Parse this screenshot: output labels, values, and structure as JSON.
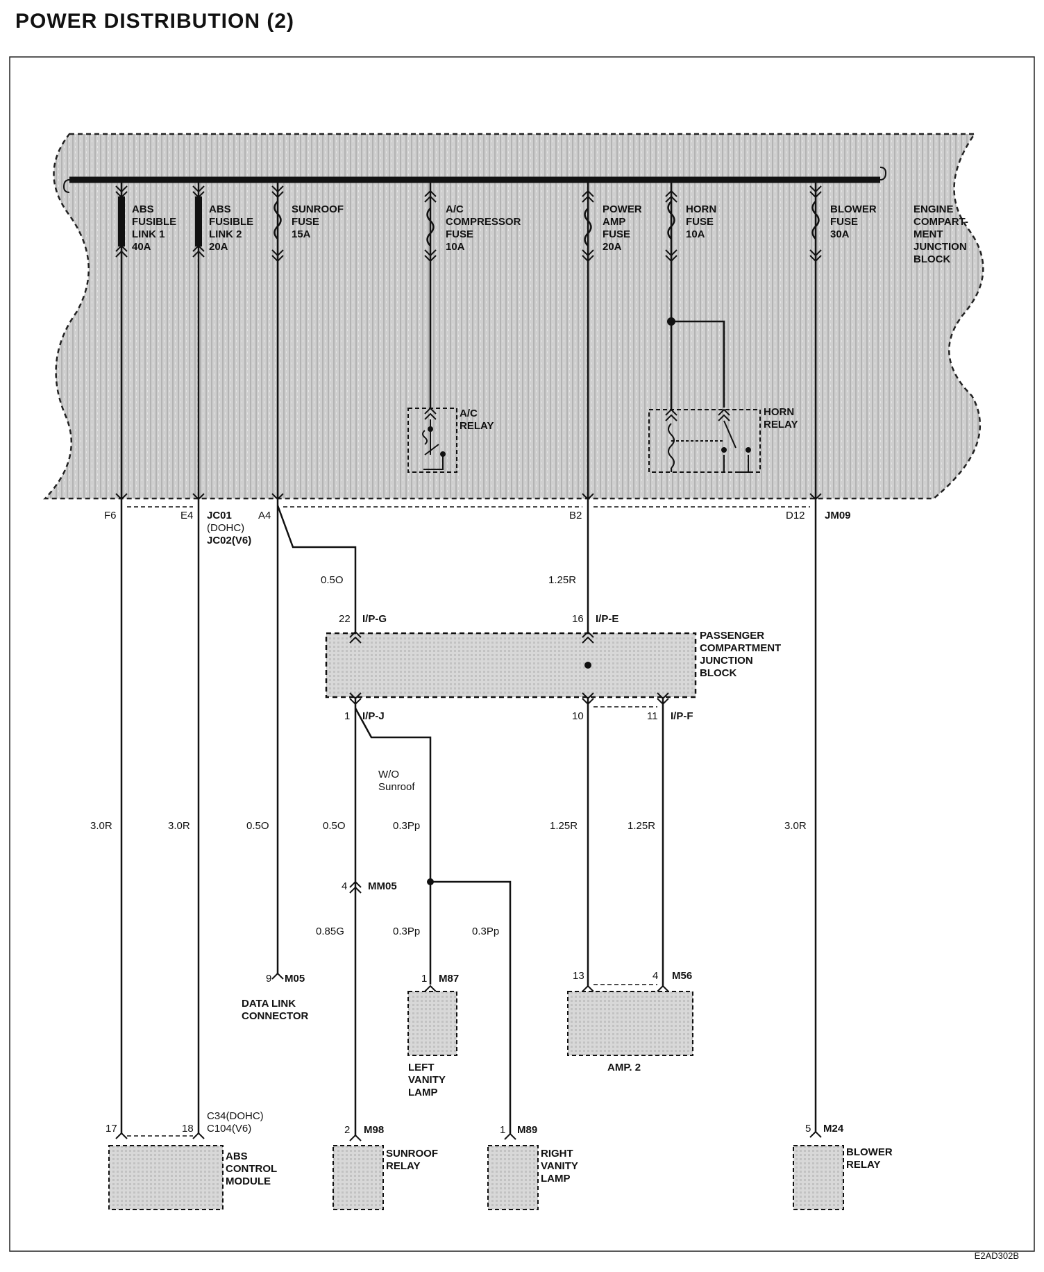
{
  "title": "POWER DISTRIBUTION (2)",
  "diagram_code": "E2AD302B",
  "engine_block": {
    "label": [
      "ENGINE",
      "COMPART-",
      "MENT",
      "JUNCTION",
      "BLOCK"
    ],
    "devices": [
      {
        "id": "abs1",
        "lines": [
          "ABS",
          "FUSIBLE",
          "LINK 1",
          "40A"
        ]
      },
      {
        "id": "abs2",
        "lines": [
          "ABS",
          "FUSIBLE",
          "LINK 2",
          "20A"
        ]
      },
      {
        "id": "sunroof",
        "lines": [
          "SUNROOF",
          "FUSE",
          "15A"
        ]
      },
      {
        "id": "ac",
        "lines": [
          "A/C",
          "COMPRESSOR",
          "FUSE",
          "10A"
        ]
      },
      {
        "id": "amp",
        "lines": [
          "POWER",
          "AMP",
          "FUSE",
          "20A"
        ]
      },
      {
        "id": "horn",
        "lines": [
          "HORN",
          "FUSE",
          "10A"
        ]
      },
      {
        "id": "blower",
        "lines": [
          "BLOWER",
          "FUSE",
          "30A"
        ]
      }
    ],
    "ac_relay": [
      "A/C",
      "RELAY"
    ],
    "horn_relay": [
      "HORN",
      "RELAY"
    ],
    "pins": {
      "f6": "F6",
      "e4": "E4",
      "a4": "A4",
      "b2": "B2",
      "d12": "D12"
    },
    "connectors": {
      "jc": [
        "JC01",
        "(DOHC)",
        "JC02(V6)"
      ],
      "jm09": "JM09"
    }
  },
  "passenger_block": {
    "label": [
      "PASSENGER",
      "COMPARTMENT",
      "JUNCTION",
      "BLOCK"
    ],
    "ipg": {
      "pin": "22",
      "conn": "I/P-G"
    },
    "ipe": {
      "pin": "16",
      "conn": "I/P-E"
    },
    "ipj": {
      "pin": "1",
      "conn": "I/P-J"
    },
    "ipf": {
      "pin10": "10",
      "pin11": "11",
      "conn": "I/P-F"
    }
  },
  "wires": {
    "w1": "0.5O",
    "w2": "1.25R",
    "w3": "3.0R",
    "w4": "3.0R",
    "w5": "0.5O",
    "w6": "0.5O",
    "w7": "0.3Pp",
    "w8": "1.25R",
    "w9": "1.25R",
    "w10": "3.0R",
    "w11": "0.85G",
    "w12": "0.3Pp",
    "w13": "0.3Pp"
  },
  "note_wo": [
    "W/O",
    "Sunroof"
  ],
  "mm05": {
    "pin": "4",
    "conn": "MM05"
  },
  "components": {
    "dlc": {
      "pin": "9",
      "conn": "M05",
      "label": [
        "DATA LINK",
        "CONNECTOR"
      ]
    },
    "left_vanity": {
      "pin": "1",
      "conn": "M87",
      "label": [
        "LEFT",
        "VANITY",
        "LAMP"
      ]
    },
    "amp2": {
      "pin13": "13",
      "pin4": "4",
      "conn": "M56",
      "label": "AMP. 2"
    },
    "abs_module": {
      "pin17": "17",
      "pin18": "18",
      "conn": [
        "C34(DOHC)",
        "C104(V6)"
      ],
      "label": [
        "ABS",
        "CONTROL",
        "MODULE"
      ]
    },
    "sunroof_relay": {
      "pin": "2",
      "conn": "M98",
      "label": [
        "SUNROOF",
        "RELAY"
      ]
    },
    "right_vanity": {
      "pin": "1",
      "conn": "M89",
      "label": [
        "RIGHT",
        "VANITY",
        "LAMP"
      ]
    },
    "blower_relay": {
      "pin": "5",
      "conn": "M24",
      "label": [
        "BLOWER",
        "RELAY"
      ]
    }
  }
}
